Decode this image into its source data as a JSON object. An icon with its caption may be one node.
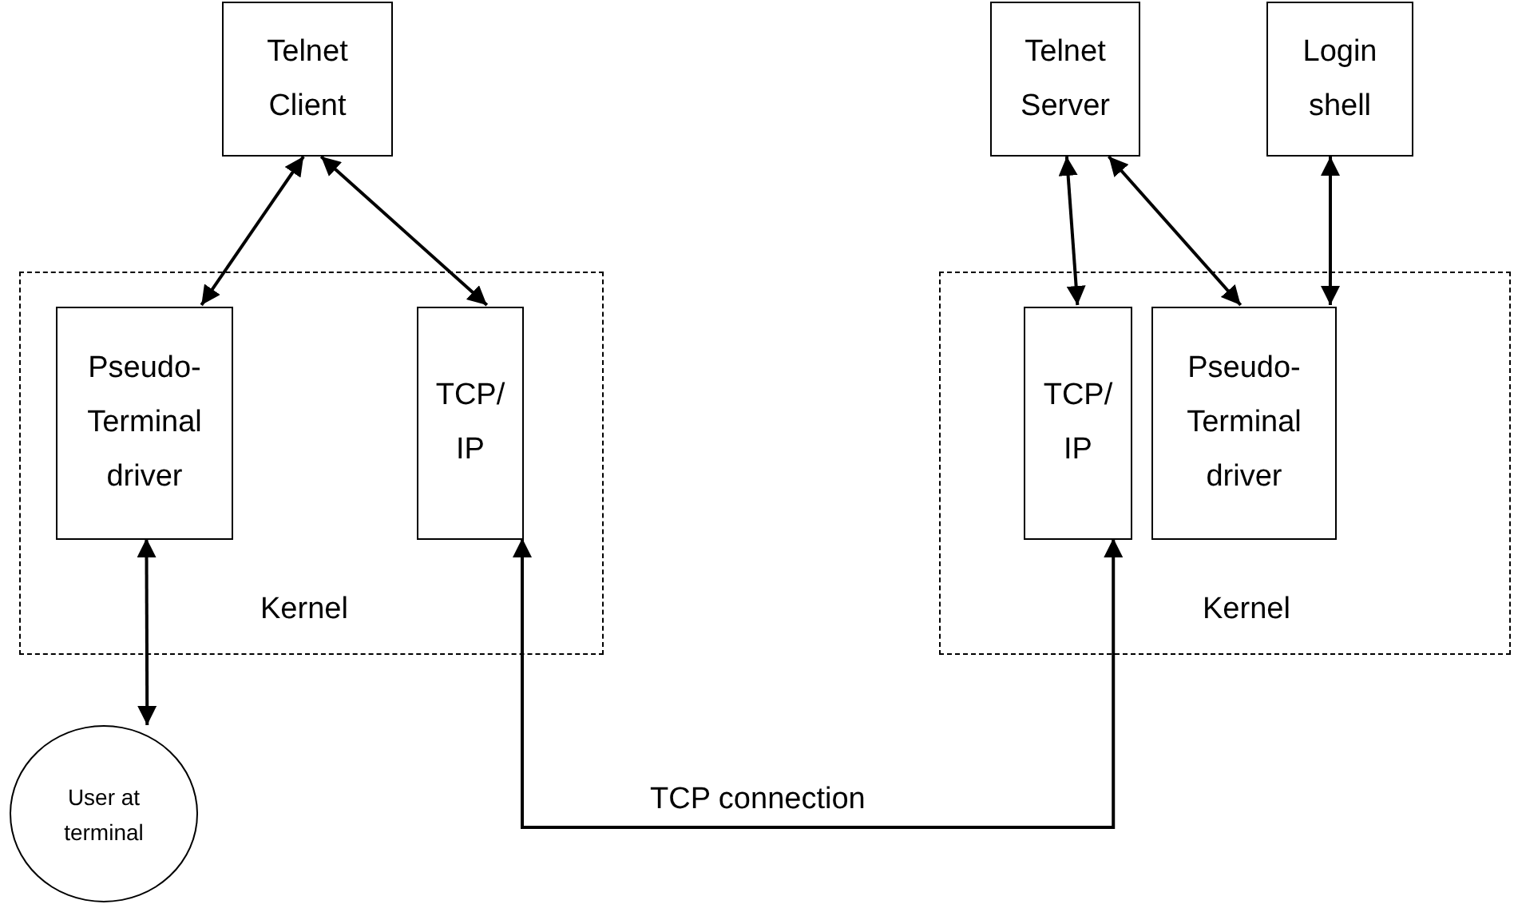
{
  "diagram": {
    "nodes": [
      {
        "text": [
          "Telnet Client"
        ]
      },
      {
        "text": [
          "Kernel"
        ]
      },
      {
        "text": [
          "Pseudo-Terminal driver"
        ],
        "in": 1
      },
      {
        "text": [
          "TCP/ IP"
        ],
        "in": 1
      },
      {
        "text": [
          "User at terminal"
        ]
      },
      {
        "text": [
          "Telnet Server"
        ]
      },
      {
        "text": [
          "Login shell"
        ]
      },
      {
        "text": [
          "Kernel"
        ]
      },
      {
        "text": [
          "TCP/ IP"
        ],
        "in": 7
      },
      {
        "text": [
          "Pseudo-Terminal driver"
        ],
        "in": 7
      }
    ],
    "edges": [
      {
        "from": 0,
        "to": 2,
        "arrow": "both"
      },
      {
        "from": 0,
        "to": 3,
        "arrow": "both"
      },
      {
        "from": 2,
        "to": 4,
        "arrow": "both"
      },
      {
        "from": 3,
        "to": 8,
        "arrow": "both",
        "label": "TCP connection"
      },
      {
        "from": 5,
        "to": 8,
        "arrow": "both"
      },
      {
        "from": 5,
        "to": 9,
        "arrow": "both"
      },
      {
        "from": 6,
        "to": 9,
        "arrow": "both"
      }
    ]
  }
}
